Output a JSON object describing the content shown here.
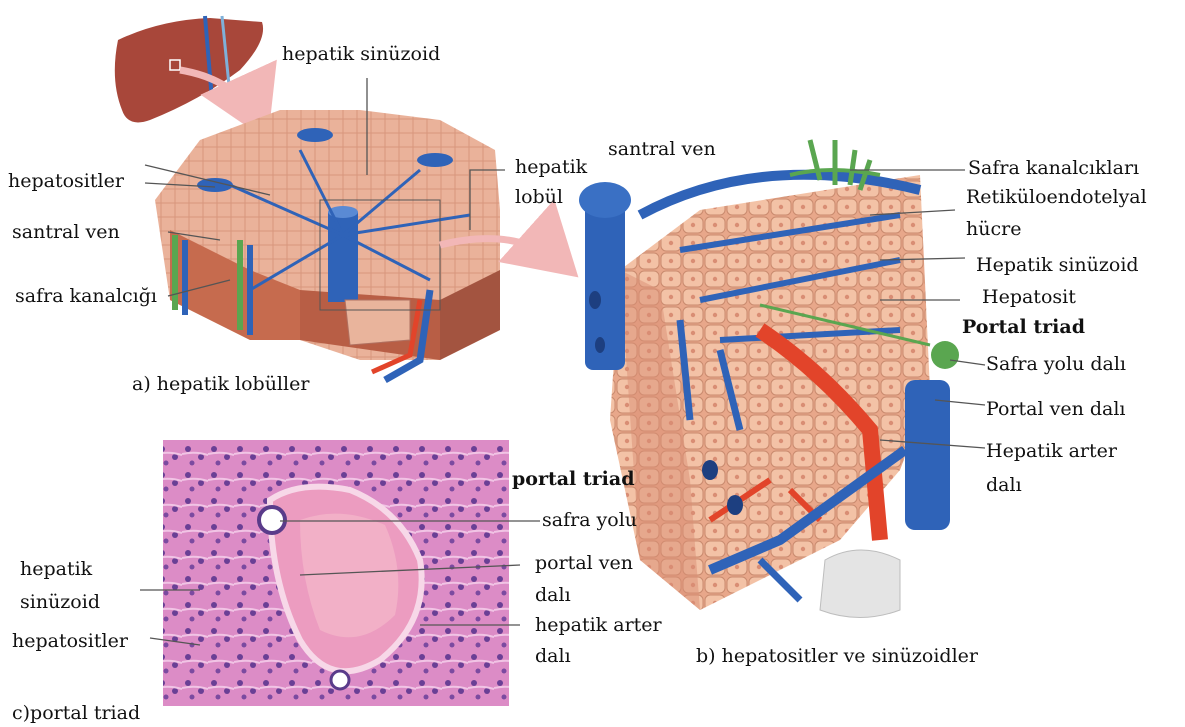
{
  "panel_a": {
    "caption": "a) hepatik lobüller",
    "labels": {
      "hepatik_sinuzoid": "hepatik sinüzoid",
      "hepatositler": "hepatositler",
      "santral_ven": "santral ven",
      "safra_kanalcigi": "safra kanalcığı",
      "hepatik_lobul_1": "hepatik",
      "hepatik_lobul_2": "lobül"
    }
  },
  "panel_b": {
    "caption": "b) hepatositler ve sinüzoidler",
    "labels": {
      "santral_ven": "santral ven",
      "safra_kanalciklari": "Safra kanalcıkları",
      "retikuloendotelyal_1": "Retiküloendotelyal",
      "retikuloendotelyal_2": "hücre",
      "hepatik_sinuzoid": "Hepatik sinüzoid",
      "hepatosit": "Hepatosit",
      "portal_triad": "Portal triad",
      "safra_yolu_dali": "Safra yolu dalı",
      "portal_ven_dali": "Portal ven dalı",
      "hepatik_arter_1": "Hepatik arter",
      "hepatik_arter_2": "dalı"
    }
  },
  "panel_c": {
    "caption": "c)portal triad",
    "labels": {
      "portal_triad": "portal triad",
      "safra_yolu": "safra yolu",
      "portal_ven_1": "portal ven",
      "portal_ven_2": "dalı",
      "hepatik_arter_1": "hepatik arter",
      "hepatik_arter_2": "dalı",
      "hepatik_sinuzoid_1": "hepatik",
      "hepatik_sinuzoid_2": "sinüzoid",
      "hepatositler": "hepatositler"
    }
  },
  "colors": {
    "hepatocyte": "#e8a78a",
    "vein_blue": "#2f63b8",
    "artery_red": "#e2442a",
    "bile_green": "#5aa650",
    "liver_brown": "#a8473a",
    "histology_pink": "#d07ab8",
    "leader_line": "#555555"
  }
}
